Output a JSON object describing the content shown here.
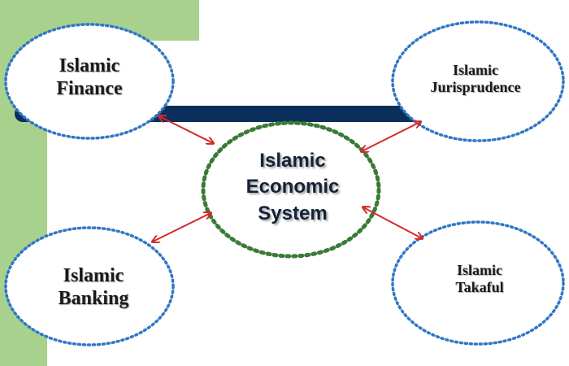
{
  "diagram": {
    "center": {
      "line1": "Islamic",
      "line2": "Economic",
      "line3": "System"
    },
    "finance": {
      "line1": "Islamic",
      "line2": "Finance"
    },
    "jurisprudence": {
      "line1": "Islamic",
      "line2": "Jurisprudence"
    },
    "banking": {
      "line1": "Islamic",
      "line2": "Banking"
    },
    "takaful": {
      "line1": "Islamic",
      "line2": "Takaful"
    }
  },
  "colors": {
    "background_panel": "#a9d18e",
    "bar": "#0b2f5b",
    "outer_ellipse_stroke": "#2f77c6",
    "center_ellipse_stroke": "#3a7a36",
    "arrow": "#d42a2a"
  }
}
